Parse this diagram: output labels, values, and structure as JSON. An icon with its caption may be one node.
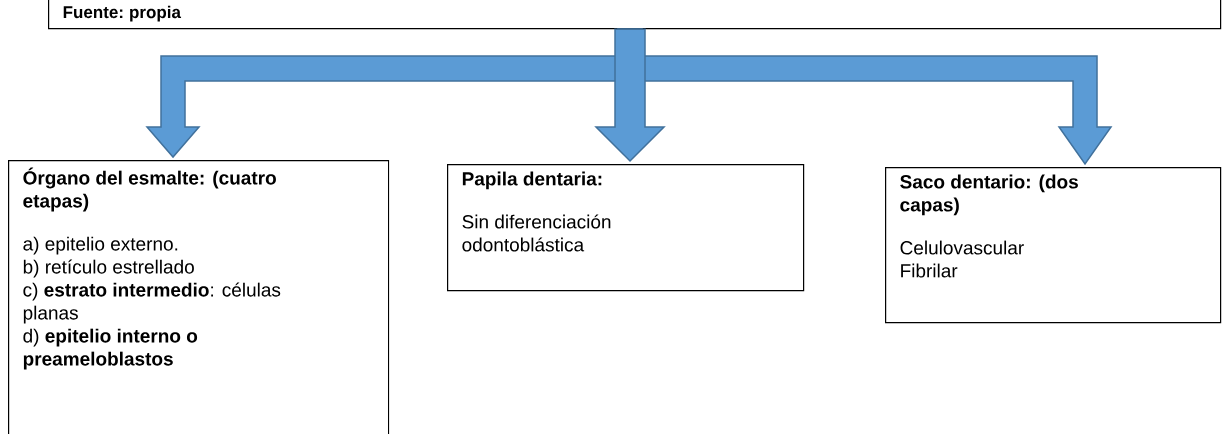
{
  "diagram": {
    "nodes": [
      {
        "text": [
          "Fuente: propia"
        ]
      },
      {
        "text": [
          "Órgano del esmalte: (cuatro etapas)",
          "a) epitelio externo.",
          "b) retículo estrellado",
          "c) **estrato intermedio**: células planas",
          "d) **epitelio interno o preameloblastos**"
        ]
      },
      {
        "text": [
          "Papila dentaria:",
          "Sin diferenciación odontoblástica"
        ]
      },
      {
        "text": [
          "Saco dentario: (dos capas)",
          "Celulovascular",
          "Fibrilar"
        ]
      }
    ],
    "edges": [
      {
        "from": 0,
        "to": 1,
        "arrow": "to"
      },
      {
        "from": 0,
        "to": 2,
        "arrow": "to"
      },
      {
        "from": 0,
        "to": 3,
        "arrow": "to"
      }
    ]
  }
}
